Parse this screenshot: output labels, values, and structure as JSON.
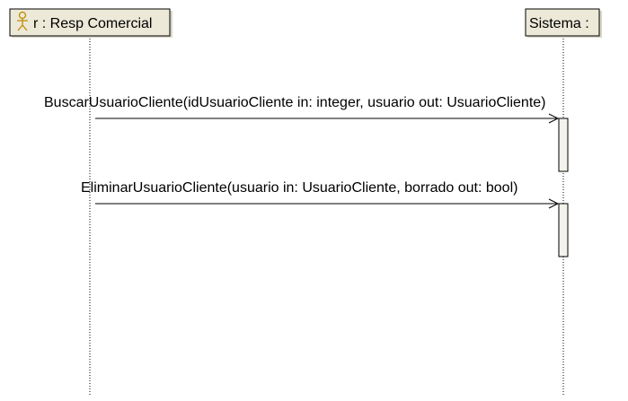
{
  "participants": {
    "actor": {
      "label": "r : Resp Comercial",
      "icon": "actor-stick-figure-icon"
    },
    "system": {
      "label": "Sistema :"
    }
  },
  "messages": [
    {
      "label": "BuscarUsuarioCliente(idUsuarioCliente in: integer, usuario out: UsuarioCliente)"
    },
    {
      "label": "EliminarUsuarioCliente(usuario in: UsuarioCliente, borrado out: bool)"
    }
  ],
  "colors": {
    "participant_fill": "#ece9d8",
    "actor_icon": "#c08a00",
    "activation_fill": "#f4f2ec"
  }
}
